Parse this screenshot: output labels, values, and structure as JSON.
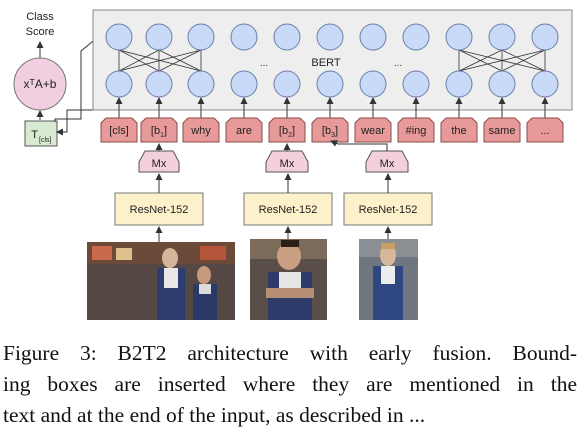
{
  "classifier": {
    "title_line1": "Class",
    "title_line2": "Score",
    "formula": "xᵀA+b",
    "tcls_main": "T",
    "tcls_sub": "[cls]"
  },
  "bert": {
    "label": "BERT",
    "dots_left": "...",
    "dots_right": "..."
  },
  "tokens": [
    {
      "main": "[cls]",
      "sub": ""
    },
    {
      "main": "[b",
      "sub": "1",
      "tail": "]"
    },
    {
      "main": "why",
      "sub": ""
    },
    {
      "main": "are",
      "sub": ""
    },
    {
      "main": "[b",
      "sub": "2",
      "tail": "]"
    },
    {
      "main": "[b",
      "sub": "3",
      "tail": "]"
    },
    {
      "main": "wear",
      "sub": ""
    },
    {
      "main": "#ing",
      "sub": ""
    },
    {
      "main": "the",
      "sub": ""
    },
    {
      "main": "same",
      "sub": ""
    },
    {
      "main": "...",
      "sub": ""
    }
  ],
  "mx_label": "Mx",
  "resnet_label": "ResNet-152",
  "colors": {
    "node_fill": "#c9d9f8",
    "node_stroke": "#6b7fa8",
    "bert_box": "#eeeeee",
    "token_fill": "#e89a9a",
    "mx_fill": "#f4cfdc",
    "resnet_fill": "#fdf1cc",
    "tcls_fill": "#d9ead3",
    "classifier_fill": "#f2cfe0"
  },
  "caption": {
    "line1": "Figure 3: B2T2 architecture with early fusion. Bound-",
    "line2": "ing boxes are inserted where they are mentioned in the",
    "line3": "text and at the end of the input, as described in ..."
  }
}
